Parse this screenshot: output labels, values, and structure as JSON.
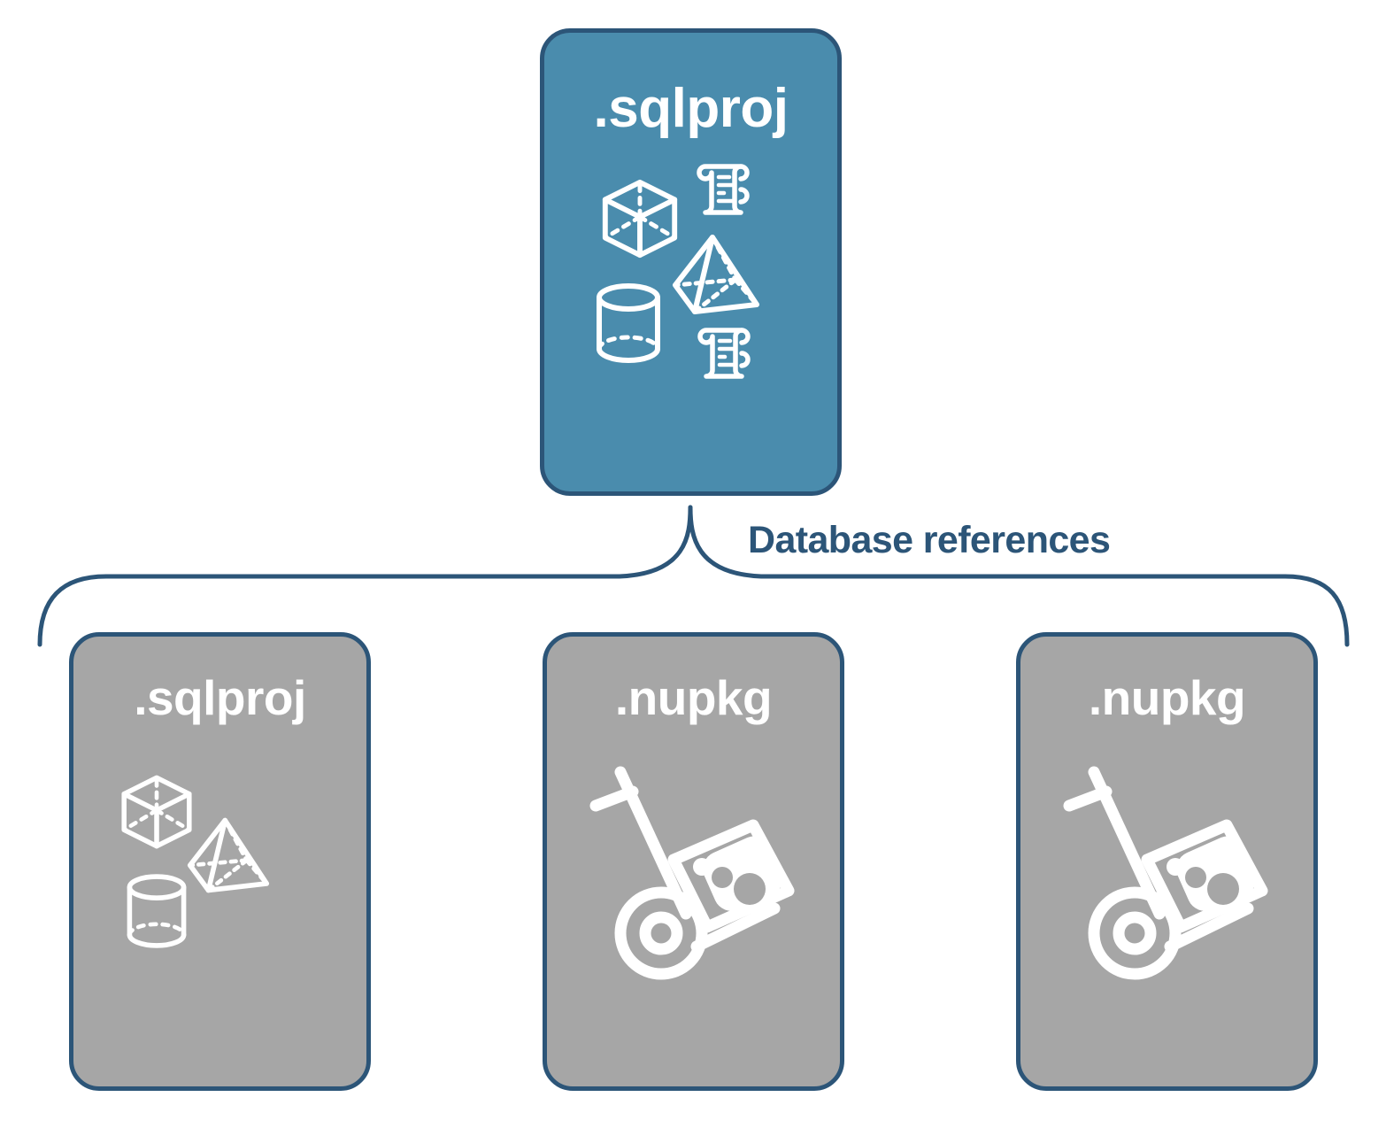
{
  "diagram": {
    "title_text": "Database references",
    "colors": {
      "accent_blue_fill": "#4a8cad",
      "stroke_navy": "#2c5578",
      "gray_fill": "#a6a6a6",
      "icon_white": "#ffffff",
      "background": "#ffffff"
    },
    "connector": {
      "name": "database-references-bracket",
      "label": "Database references",
      "label_color": "#2c5578",
      "style": "curly-brace-fan-out",
      "from": "root-sqlproj-node",
      "to": [
        "reference-node-sqlproj",
        "reference-node-nupkg-1",
        "reference-node-nupkg-2"
      ]
    },
    "root_node": {
      "id": "root-sqlproj-node",
      "label": ".sqlproj",
      "fill": "#4a8cad",
      "icons": [
        "cube-wireframe-icon",
        "scroll-script-icon",
        "pyramid-wireframe-icon",
        "cylinder-wireframe-icon",
        "scroll-script-icon"
      ]
    },
    "reference_nodes": [
      {
        "id": "reference-node-sqlproj",
        "label": ".sqlproj",
        "fill": "#a6a6a6",
        "icons": [
          "cube-wireframe-icon",
          "pyramid-wireframe-icon",
          "cylinder-wireframe-icon"
        ]
      },
      {
        "id": "reference-node-nupkg-1",
        "label": ".nupkg",
        "fill": "#a6a6a6",
        "icons": [
          "nuget-hand-truck-package-icon"
        ]
      },
      {
        "id": "reference-node-nupkg-2",
        "label": ".nupkg",
        "fill": "#a6a6a6",
        "icons": [
          "nuget-hand-truck-package-icon"
        ]
      }
    ]
  }
}
